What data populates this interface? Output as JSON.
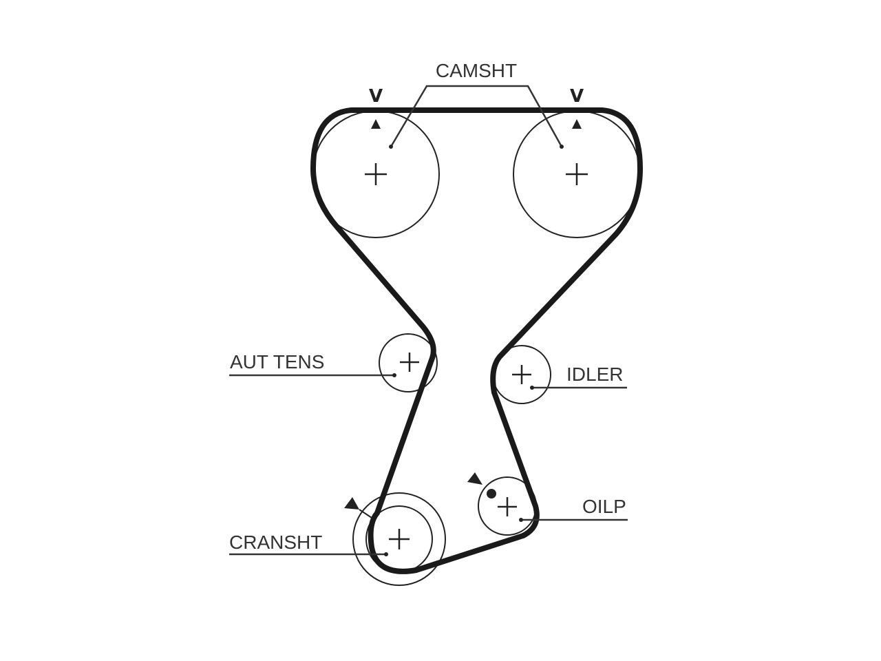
{
  "labels": {
    "camshaft": "CAMSHT",
    "auto_tensioner": "AUT TENS",
    "idler": "IDLER",
    "oil_pump": "OILP",
    "crankshaft": "CRANSHT"
  },
  "timing_marks": {
    "left_cam": "V",
    "right_cam": "V"
  },
  "colors": {
    "belt": "#1a1a1a",
    "line": "#222222",
    "text": "#333333",
    "background": "#ffffff"
  }
}
